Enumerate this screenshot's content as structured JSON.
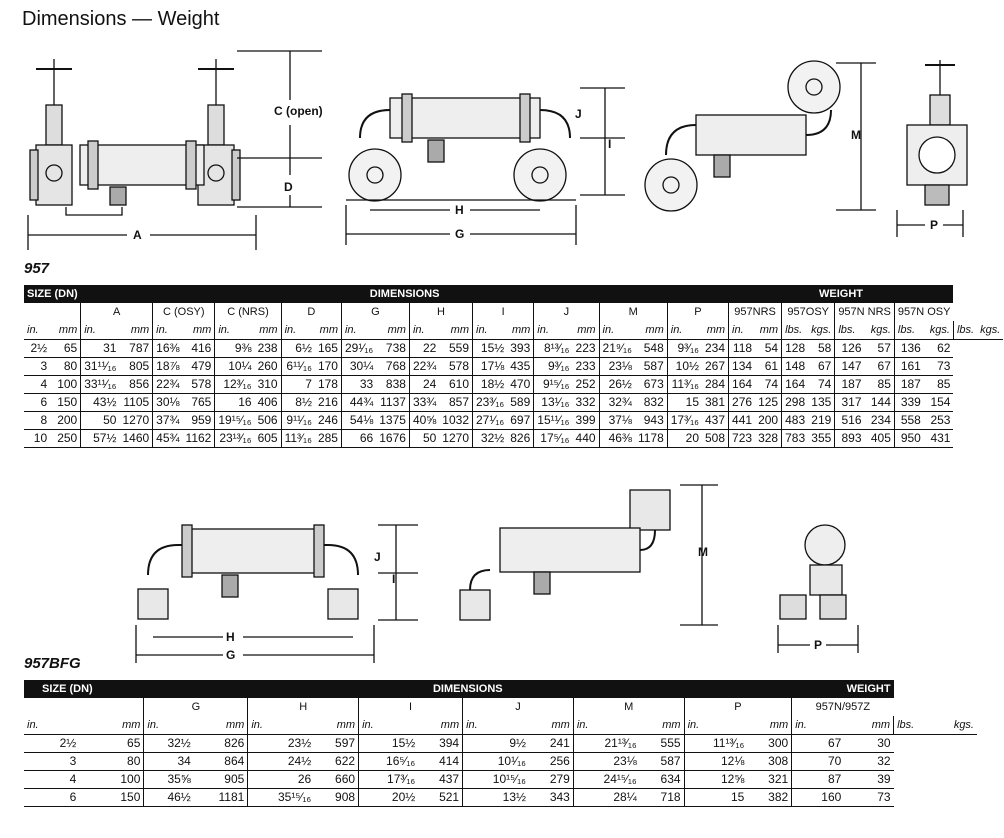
{
  "title": "Dimensions — Weight",
  "sections": {
    "s957": "957",
    "s957bfg": "957BFG"
  },
  "fig_labels": {
    "a": "A",
    "c_open": "C (open)",
    "d": "D",
    "g": "G",
    "h": "H",
    "i": "I",
    "j": "J",
    "m": "M",
    "p": "P"
  },
  "table957": {
    "size_header": "SIZE (DN)",
    "dimensions_header": "DIMENSIONS",
    "weight_header": "WEIGHT",
    "groups": [
      "A",
      "C (OSY)",
      "C (NRS)",
      "D",
      "G",
      "H",
      "I",
      "J",
      "M",
      "P",
      "957NRS",
      "957OSY",
      "957N NRS",
      "957N OSY"
    ],
    "units": [
      "in.",
      "mm",
      "in.",
      "mm",
      "in.",
      "mm",
      "in.",
      "mm",
      "in.",
      "mm",
      "in.",
      "mm",
      "in.",
      "mm",
      "in.",
      "mm",
      "in.",
      "mm",
      "in.",
      "mm",
      "in.",
      "mm",
      "lbs.",
      "kgs.",
      "lbs.",
      "kgs.",
      "lbs.",
      "kgs.",
      "lbs.",
      "kgs."
    ],
    "rows": [
      [
        "2½",
        "65",
        "31",
        "787",
        "16⅜",
        "416",
        "9⅜",
        "238",
        "6½",
        "165",
        "29¹⁄₁₆",
        "738",
        "22",
        "559",
        "15½",
        "393",
        "8¹³⁄₁₆",
        "223",
        "21⁹⁄₁₆",
        "548",
        "9³⁄₁₆",
        "234",
        "118",
        "54",
        "128",
        "58",
        "126",
        "57",
        "136",
        "62"
      ],
      [
        "3",
        "80",
        "31¹¹⁄₁₆",
        "805",
        "18⅞",
        "479",
        "10¼",
        "260",
        "6¹¹⁄₁₆",
        "170",
        "30¼",
        "768",
        "22¾",
        "578",
        "17⅛",
        "435",
        "9³⁄₁₆",
        "233",
        "23⅛",
        "587",
        "10½",
        "267",
        "134",
        "61",
        "148",
        "67",
        "147",
        "67",
        "161",
        "73"
      ],
      [
        "4",
        "100",
        "33¹¹⁄₁₆",
        "856",
        "22¾",
        "578",
        "12³⁄₁₆",
        "310",
        "7",
        "178",
        "33",
        "838",
        "24",
        "610",
        "18½",
        "470",
        "9¹⁵⁄₁₆",
        "252",
        "26½",
        "673",
        "11³⁄₁₆",
        "284",
        "164",
        "74",
        "164",
        "74",
        "187",
        "85",
        "187",
        "85"
      ],
      [
        "6",
        "150",
        "43½",
        "1105",
        "30⅛",
        "765",
        "16",
        "406",
        "8½",
        "216",
        "44¾",
        "1137",
        "33¾",
        "857",
        "23³⁄₁₆",
        "589",
        "13¹⁄₁₆",
        "332",
        "32¾",
        "832",
        "15",
        "381",
        "276",
        "125",
        "298",
        "135",
        "317",
        "144",
        "339",
        "154"
      ],
      [
        "8",
        "200",
        "50",
        "1270",
        "37¾",
        "959",
        "19¹⁵⁄₁₆",
        "506",
        "9¹¹⁄₁₆",
        "246",
        "54⅛",
        "1375",
        "40⅝",
        "1032",
        "27¹⁄₁₆",
        "697",
        "15¹¹⁄₁₆",
        "399",
        "37⅛",
        "943",
        "17³⁄₁₆",
        "437",
        "441",
        "200",
        "483",
        "219",
        "516",
        "234",
        "558",
        "253"
      ],
      [
        "10",
        "250",
        "57½",
        "1460",
        "45¾",
        "1162",
        "23¹³⁄₁₆",
        "605",
        "11³⁄₁₆",
        "285",
        "66",
        "1676",
        "50",
        "1270",
        "32½",
        "826",
        "17⁵⁄₁₆",
        "440",
        "46⅜",
        "1178",
        "20",
        "508",
        "723",
        "328",
        "783",
        "355",
        "893",
        "405",
        "950",
        "431"
      ]
    ]
  },
  "tablebfg": {
    "size_header": "SIZE (DN)",
    "dimensions_header": "DIMENSIONS",
    "weight_header": "WEIGHT",
    "groups": [
      "G",
      "H",
      "I",
      "J",
      "M",
      "P",
      "957N/957Z"
    ],
    "units": [
      "in.",
      "mm",
      "in.",
      "mm",
      "in.",
      "mm",
      "in.",
      "mm",
      "in.",
      "mm",
      "in.",
      "mm",
      "in.",
      "mm",
      "lbs.",
      "kgs."
    ],
    "rows": [
      [
        "2½",
        "65",
        "32½",
        "826",
        "23½",
        "597",
        "15½",
        "394",
        "9½",
        "241",
        "21¹³⁄₁₆",
        "555",
        "11¹³⁄₁₆",
        "300",
        "67",
        "30"
      ],
      [
        "3",
        "80",
        "34",
        "864",
        "24½",
        "622",
        "16⁵⁄₁₆",
        "414",
        "10¹⁄₁₆",
        "256",
        "23⅛",
        "587",
        "12⅛",
        "308",
        "70",
        "32"
      ],
      [
        "4",
        "100",
        "35⅝",
        "905",
        "26",
        "660",
        "17³⁄₁₆",
        "437",
        "10¹⁵⁄₁₆",
        "279",
        "24¹⁵⁄₁₆",
        "634",
        "12⅝",
        "321",
        "87",
        "39"
      ],
      [
        "6",
        "150",
        "46½",
        "1181",
        "35¹⁵⁄₁₆",
        "908",
        "20½",
        "521",
        "13½",
        "343",
        "28¼",
        "718",
        "15",
        "382",
        "160",
        "73"
      ]
    ]
  },
  "icons": [
    "gate-valve-icon",
    "check-valve-icon",
    "handwheel-icon",
    "pipe-elbow-icon"
  ]
}
